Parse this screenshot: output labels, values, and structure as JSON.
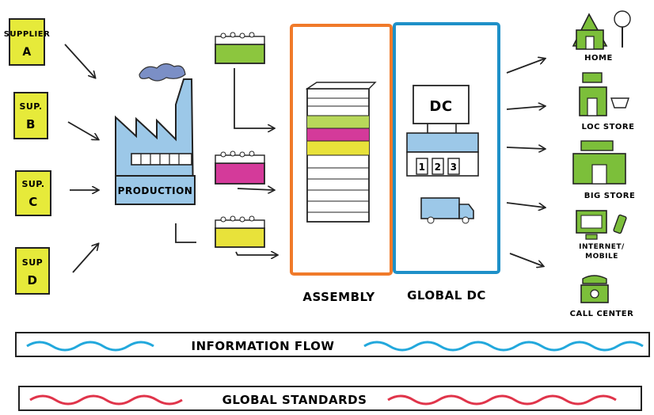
{
  "suppliers": [
    {
      "line1": "SUPPLIER",
      "line2": "A"
    },
    {
      "line1": "SUP.",
      "line2": "B"
    },
    {
      "line1": "SUP.",
      "line2": "C"
    },
    {
      "line1": "SUP",
      "line2": "D"
    }
  ],
  "production_label": "PRODUCTION",
  "assembly_label": "ASSEMBLY",
  "global_dc_label": "GLOBAL DC",
  "dc_sign": "DC",
  "dock_numbers": [
    "1",
    "2",
    "3"
  ],
  "channels": [
    {
      "label": "HOME"
    },
    {
      "label": "LOC STORE"
    },
    {
      "label": "BIG STORE"
    },
    {
      "label": "INTERNET/",
      "label2": "MOBILE"
    },
    {
      "label": "CALL CENTER"
    }
  ],
  "bands": {
    "information_flow": "INFORMATION FLOW",
    "global_standards": "GLOBAL STANDARDS"
  },
  "colors": {
    "supplier_fill": "#e6ea3a",
    "factory_fill": "#9cc8e8",
    "assembly_border": "#f07a2a",
    "global_dc_border": "#1e90c8",
    "info_wave": "#22a8dc",
    "standards_wave": "#e0344a",
    "green_module": "#8cc63e",
    "magenta_module": "#d43a9a",
    "yellow_module": "#e8e23a",
    "building_green": "#7cbf3a"
  }
}
